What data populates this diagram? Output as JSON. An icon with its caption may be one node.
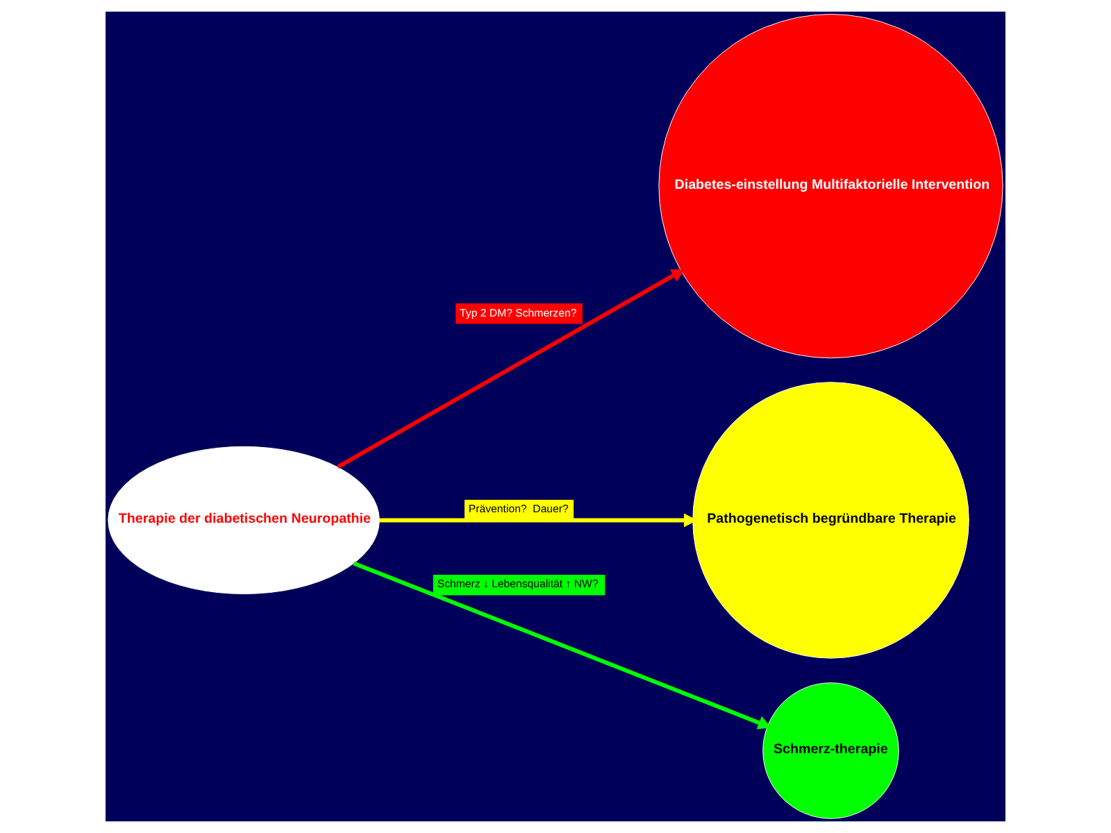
{
  "diagram": {
    "nodes": [
      {
        "text": [
          "Therapie der diabetischen Neuropathie"
        ]
      },
      {
        "text": [
          "Diabetes-einstellung Multifaktorielle Intervention"
        ]
      },
      {
        "text": [
          "Pathogenetisch begründbare Therapie"
        ]
      },
      {
        "text": [
          "Schmerz-therapie"
        ]
      }
    ],
    "edges": [
      {
        "from": 0,
        "to": 1,
        "arrow": "to",
        "label": "Typ 2 DM? Schmerzen?",
        "color": "#ff0000"
      },
      {
        "from": 0,
        "to": 2,
        "arrow": "to",
        "label": "Prävention?  Dauer?",
        "color": "#ffff00"
      },
      {
        "from": 0,
        "to": 3,
        "arrow": "to",
        "label": "Schmerz ↓ Lebensqualität ↑ NW?",
        "color": "#00ff00"
      }
    ]
  }
}
